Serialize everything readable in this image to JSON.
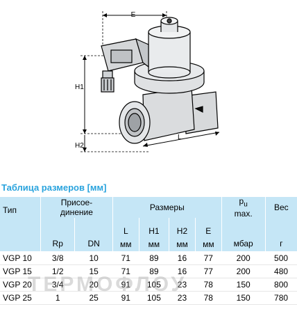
{
  "drawing": {
    "dim_E": "E",
    "dim_H1": "H1",
    "dim_H2": "H2",
    "dim_L": "L"
  },
  "table": {
    "title": "Таблица размеров [мм]",
    "headers": {
      "type": "Тип",
      "connection": "Присое-\nдинение",
      "dimensions": "Размеры",
      "pu_main": "p",
      "pu_sub": "u",
      "pu_max": "max.",
      "weight": "Вес"
    },
    "subheaders": [
      "Rp",
      "DN",
      "L",
      "H1",
      "H2",
      "E",
      "мбар",
      "г"
    ],
    "units": [
      "мм",
      "мм",
      "мм",
      "мм"
    ],
    "rows": [
      [
        "VGP 10",
        "3/8",
        "10",
        "71",
        "89",
        "16",
        "77",
        "200",
        "500"
      ],
      [
        "VGP 15",
        "1/2",
        "15",
        "71",
        "89",
        "16",
        "77",
        "200",
        "480"
      ],
      [
        "VGP 20",
        "3/4",
        "20",
        "91",
        "105",
        "23",
        "78",
        "150",
        "800"
      ],
      [
        "VGP 25",
        "1",
        "25",
        "91",
        "105",
        "23",
        "78",
        "150",
        "780"
      ]
    ]
  },
  "watermark": "ТЕРМОФЛОУ",
  "colors": {
    "title": "#29a3dd",
    "header_bg": "#c5e6f6"
  }
}
